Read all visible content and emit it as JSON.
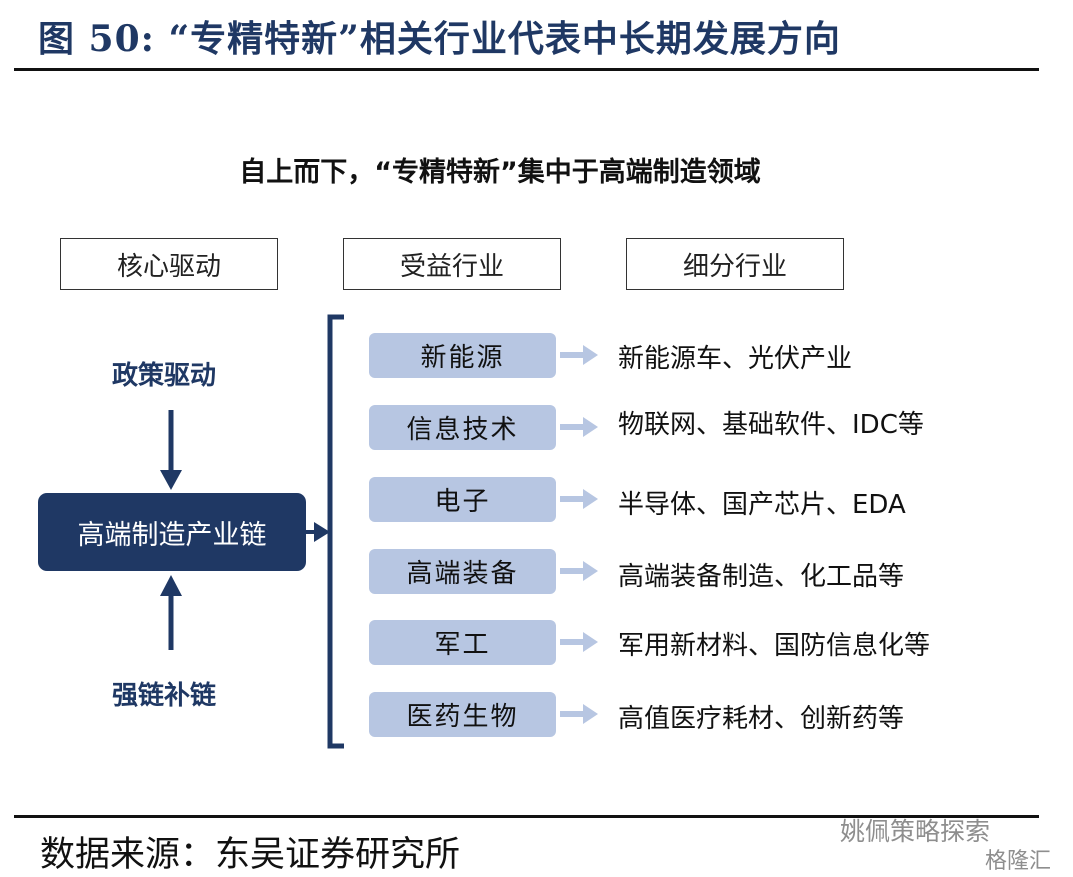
{
  "title": "图 50: “专精特新”相关行业代表中长期发展方向",
  "subtitle": "自上而下，“专精特新”集中于高端制造领域",
  "headers": [
    "核心驱动",
    "受益行业",
    "细分行业"
  ],
  "drivers": {
    "top": "政策驱动",
    "core": "高端制造产业链",
    "bottom": "强链补链"
  },
  "industries": [
    {
      "name": "新能源",
      "detail": "新能源车、光伏产业"
    },
    {
      "name": "信息技术",
      "detail": "物联网、基础软件、IDC等"
    },
    {
      "name": "电子",
      "detail": "半导体、国产芯片、EDA"
    },
    {
      "name": "高端装备",
      "detail": "高端装备制造、化工品等"
    },
    {
      "name": "军工",
      "detail": "军用新材料、国防信息化等"
    },
    {
      "name": "医药生物",
      "detail": "高值医疗耗材、创新药等"
    }
  ],
  "source": "数据来源：东吴证券研究所",
  "watermark": "姚佩策略探索",
  "watermark_logo": "格隆汇",
  "colors": {
    "navy": "#1f3864",
    "box_light": "#b7c6e2",
    "arrow_light": "#b7c6e2"
  }
}
